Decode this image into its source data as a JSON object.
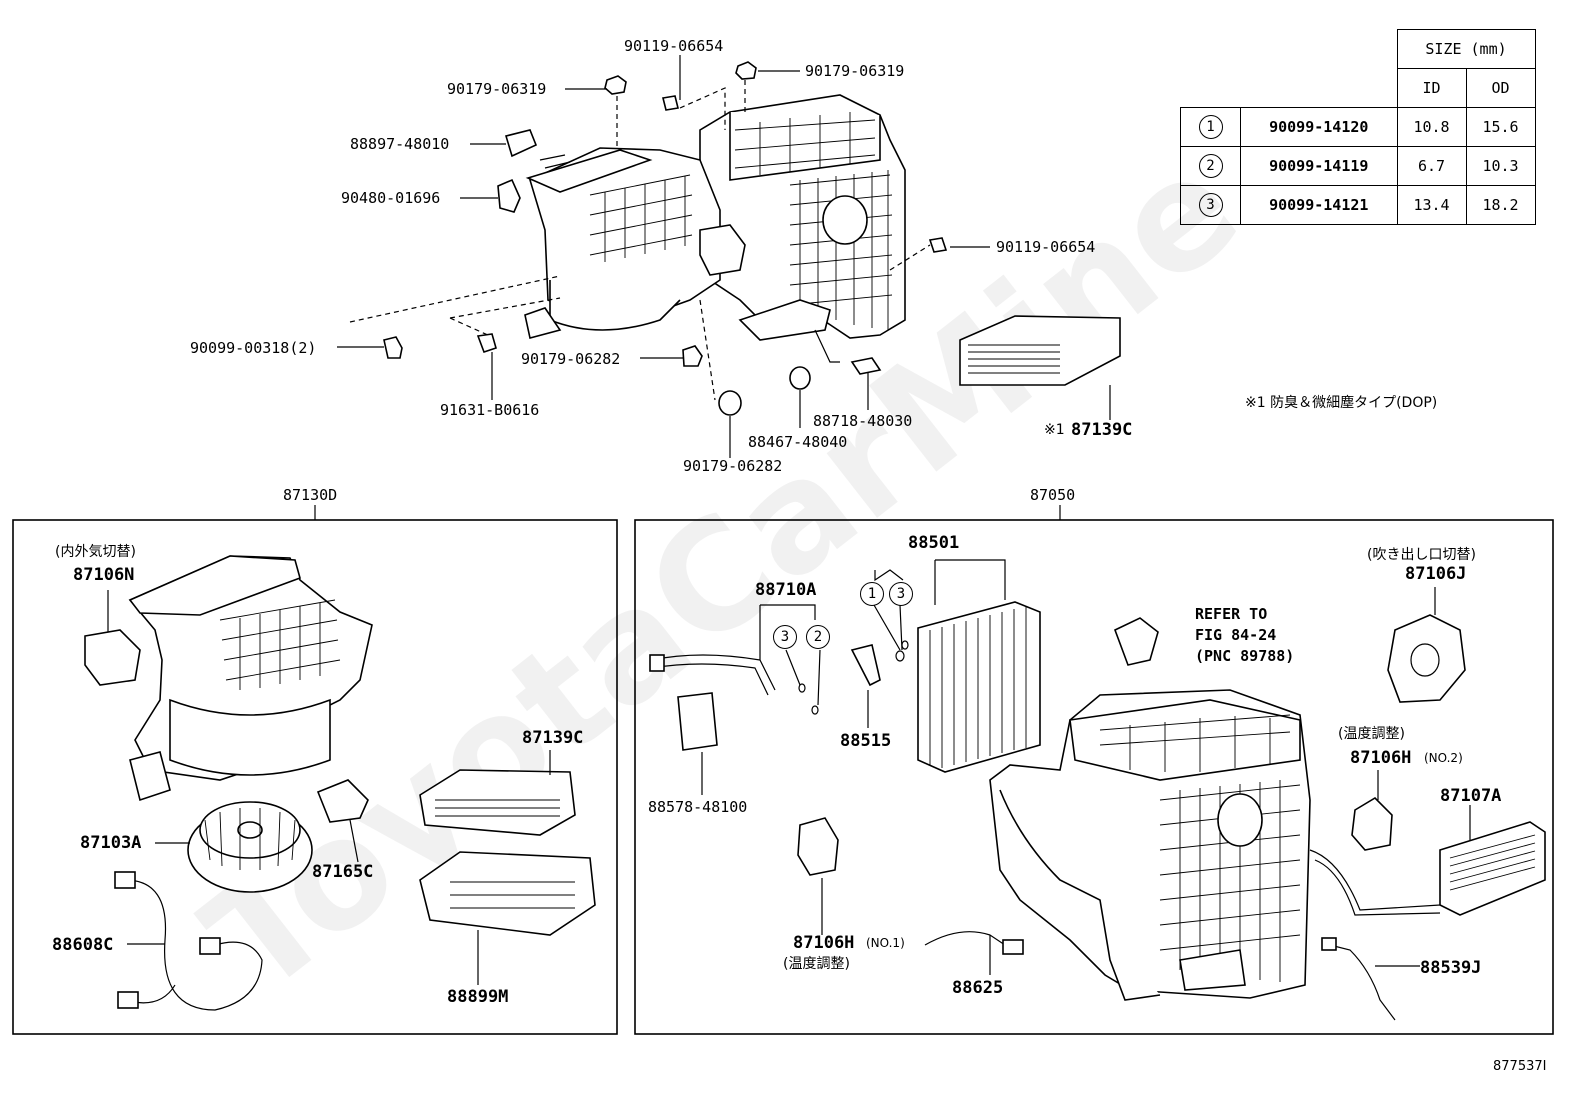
{
  "figure_id": "877537I",
  "watermark": "ToyotaCarMine",
  "top_labels": {
    "l_90119_top": "90119-06654",
    "l_90179_a": "90179-06319",
    "l_90179_b": "90179-06319",
    "l_88897": "88897-48010",
    "l_90480": "90480-01696",
    "l_90119_right": "90119-06654",
    "l_90099_00318": "90099-00318(2)",
    "l_90179_06282_a": "90179-06282",
    "l_91631": "91631-B0616",
    "l_88718": "88718-48030",
    "l_88467": "88467-48040",
    "l_90179_06282_b": "90179-06282",
    "l_87139c_top": "87139C",
    "l_note_mark": "※1",
    "l_note": "※1 防臭＆微細塵タイプ(DOP)"
  },
  "size_table": {
    "title": "SIZE (mm)",
    "col_id": "ID",
    "col_od": "OD",
    "rows": [
      {
        "mark": "1",
        "part": "90099-14120",
        "id": "10.8",
        "od": "15.6"
      },
      {
        "mark": "2",
        "part": "90099-14119",
        "id": "6.7",
        "od": "10.3"
      },
      {
        "mark": "3",
        "part": "90099-14121",
        "id": "13.4",
        "od": "18.2"
      }
    ]
  },
  "left_box": {
    "title": "87130D",
    "l_87106n_jp": "(内外気切替)",
    "l_87106n": "87106N",
    "l_87139c": "87139C",
    "l_87103a": "87103A",
    "l_87165c": "87165C",
    "l_88608c": "88608C",
    "l_88899m": "88899M"
  },
  "right_box": {
    "title": "87050",
    "l_88501": "88501",
    "l_88710a": "88710A",
    "l_88515": "88515",
    "l_88578": "88578-48100",
    "l_refer1": "REFER TO",
    "l_refer2": "FIG 84-24",
    "l_refer3": "(PNC 89788)",
    "l_87106j_jp": "(吹き出し口切替)",
    "l_87106j": "87106J",
    "l_87106h2_jp": "(温度調整)",
    "l_87106h2": "87106H",
    "l_no2": "(NO.2)",
    "l_87107a": "87107A",
    "l_87106h1": "87106H",
    "l_no1": "(NO.1)",
    "l_87106h1_jp": "(温度調整)",
    "l_88625": "88625",
    "l_88539j": "88539J",
    "c1": "1",
    "c3a": "3",
    "c3b": "3",
    "c2": "2"
  }
}
